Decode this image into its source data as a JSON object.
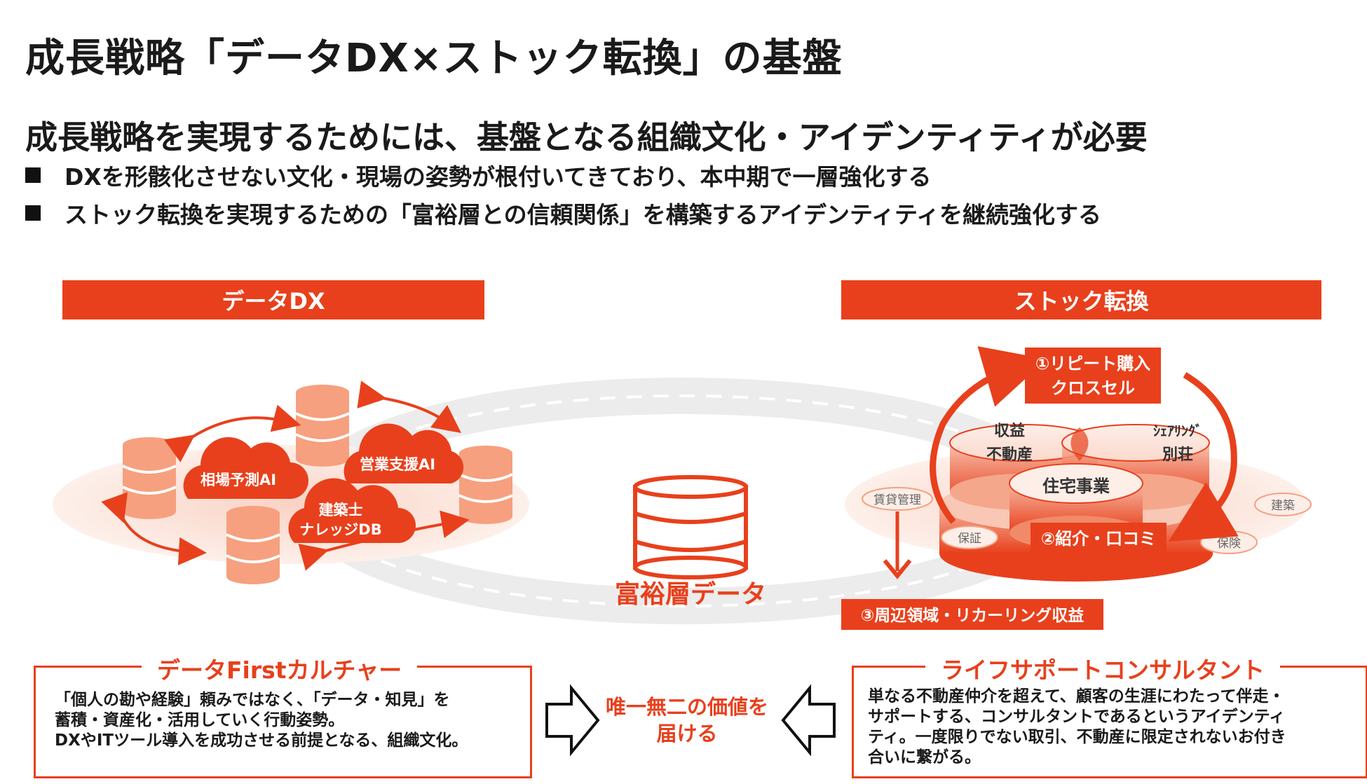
{
  "header": {
    "title": "成長戦略「データDX×ストック転換」の基盤",
    "subtitle": "成長戦略を実現するためには、基盤となる組織文化・アイデンティティが必要",
    "bullets": [
      "DXを形骸化させない文化・現場の姿勢が根付いてきており、本中期で一層強化する",
      "ストック転換を実現するための「富裕層との信頼関係」を構築するアイデンティティを継続強化する"
    ]
  },
  "left_panel": {
    "header": "データDX",
    "clouds": [
      "相場予測AI",
      "営業支援AI",
      "建築士",
      "ナレッジDB"
    ]
  },
  "center": {
    "label": "富裕層データ"
  },
  "right_panel": {
    "header": "ストック転換",
    "step1": [
      "①リピート購入",
      "クロスセル"
    ],
    "step2": "②紹介・口コミ",
    "step3": "③周辺領域・リカーリング収益",
    "circle_left": [
      "収益",
      "不動産"
    ],
    "circle_right": [
      "ｼｪｱﾘﾝｸﾞ",
      "別荘"
    ],
    "circle_center": "住宅事業",
    "satellites": [
      "賃貸管理",
      "保証",
      "建築",
      "保険"
    ]
  },
  "bottom": {
    "left_title": "データFirstカルチャー",
    "left_text": [
      "「個人の勘や経験」頼みではなく、「データ・知見」を",
      "蓄積・資産化・活用していく行動姿勢。",
      "DXやITツール導入を成功させる前提となる、組織文化。"
    ],
    "center_text": [
      "唯一無二の価値を",
      "届ける"
    ],
    "right_title": "ライフサポートコンサルタント",
    "right_text": [
      "単なる不動産仲介を超えて、顧客の生涯にわたって伴走・",
      "サポートする、コンサルタントであるというアイデンティ",
      "ティ。一度限りでない取引、不動産に限定されないお付き",
      "合いに繋がる。"
    ]
  },
  "colors": {
    "accent": "#e8401c",
    "db_light": "#f6a07f",
    "ellipse_bg": "#fbe4dc"
  }
}
